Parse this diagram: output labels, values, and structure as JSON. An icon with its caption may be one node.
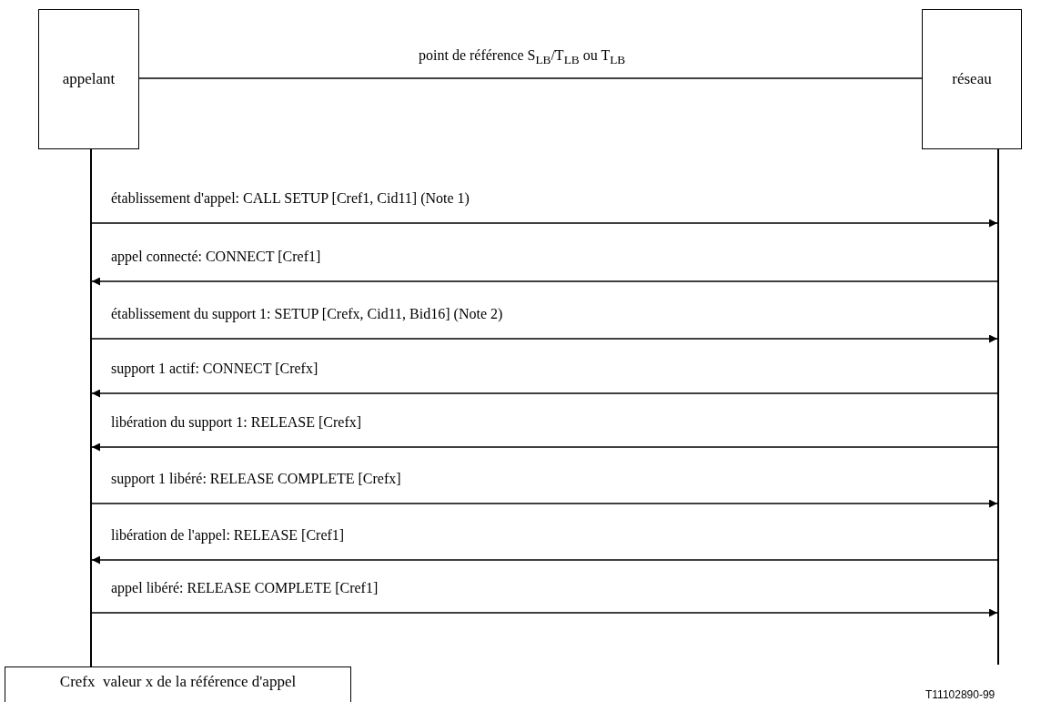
{
  "diagram": {
    "nodes": [
      {
        "text": [
          "appelant"
        ]
      },
      {
        "text": [
          "réseau"
        ]
      },
      {
        "text": [],
        "shape": "bar"
      },
      {
        "text": [],
        "shape": "bar"
      },
      {
        "text": [
          "Crefx  valeur x de la référence d'appel"
        ]
      }
    ],
    "edges": [
      {
        "from": 0,
        "to": 1,
        "arrow": "none",
        "label": "point de référence S$_{LB}$/T$_{LB}$ ou T$_{LB}$"
      },
      {
        "from": 2,
        "to": 3,
        "arrow": "to",
        "label": "établissement d'appel: CALL SETUP [Cref1, Cid11] (Note 1)"
      },
      {
        "from": 3,
        "to": 2,
        "arrow": "to",
        "label": "appel connecté: CONNECT [Cref1]"
      },
      {
        "from": 2,
        "to": 3,
        "arrow": "to",
        "label": "établissement du support 1: SETUP [Crefx, Cid11, Bid16] (Note 2)"
      },
      {
        "from": 3,
        "to": 2,
        "arrow": "to",
        "label": "support 1 actif: CONNECT [Crefx]"
      },
      {
        "from": 3,
        "to": 2,
        "arrow": "to",
        "label": "libération du support 1: RELEASE [Crefx]"
      },
      {
        "from": 2,
        "to": 3,
        "arrow": "to",
        "label": "support 1 libéré: RELEASE COMPLETE [Crefx]"
      },
      {
        "from": 3,
        "to": 2,
        "arrow": "to",
        "label": "libération de l'appel: RELEASE [Cref1]"
      },
      {
        "from": 2,
        "to": 3,
        "arrow": "to",
        "label": "appel libéré: RELEASE COMPLETE [Cref1]"
      }
    ],
    "labels": [
      "T11102890-99"
    ]
  }
}
